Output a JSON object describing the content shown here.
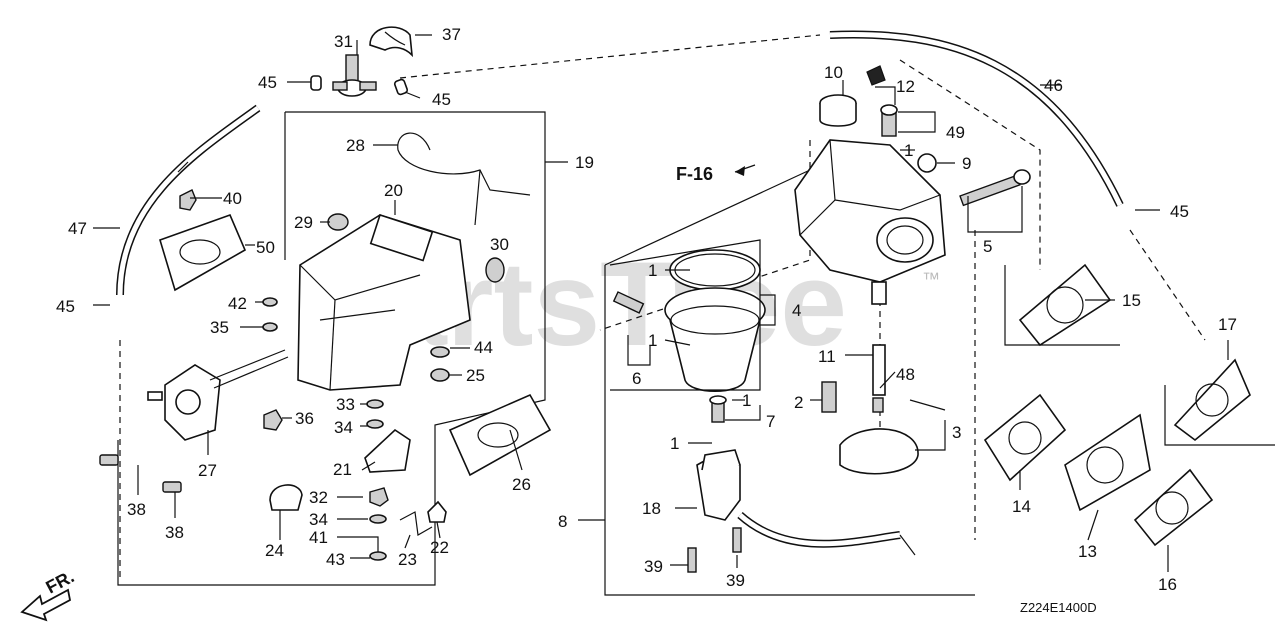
{
  "watermark": {
    "text": "PartsTree",
    "trademark": "™"
  },
  "diagram_code": "Z224E1400D",
  "front_indicator": "FR.",
  "reference_label": "F-16",
  "callouts": {
    "c1a": "1",
    "c1b": "1",
    "c1c": "1",
    "c1d": "1",
    "c1e": "1",
    "c2": "2",
    "c3": "3",
    "c4": "4",
    "c5": "5",
    "c6": "6",
    "c7": "7",
    "c8": "8",
    "c9": "9",
    "c10": "10",
    "c11": "11",
    "c12": "12",
    "c13": "13",
    "c14": "14",
    "c15": "15",
    "c16": "16",
    "c17": "17",
    "c18": "18",
    "c19": "19",
    "c20": "20",
    "c21": "21",
    "c22": "22",
    "c23": "23",
    "c24": "24",
    "c25": "25",
    "c26": "26",
    "c27": "27",
    "c28": "28",
    "c29": "29",
    "c30": "30",
    "c31": "31",
    "c32": "32",
    "c33": "33",
    "c34a": "34",
    "c34b": "34",
    "c35": "35",
    "c36": "36",
    "c37": "37",
    "c38a": "38",
    "c38b": "38",
    "c39a": "39",
    "c39b": "39",
    "c40": "40",
    "c41": "41",
    "c42": "42",
    "c43": "43",
    "c44": "44",
    "c45a": "45",
    "c45b": "45",
    "c45c": "45",
    "c46": "46",
    "c47": "47",
    "c48": "48",
    "c49": "49",
    "c50": "50"
  }
}
